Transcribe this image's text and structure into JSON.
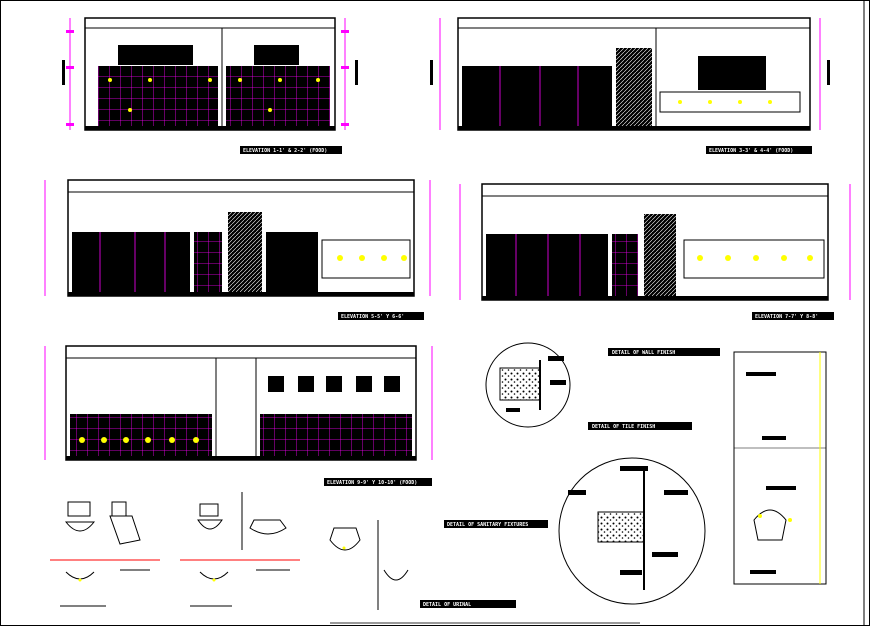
{
  "drawing": {
    "title_blocks": [
      {
        "id": "elev-1",
        "text": "ELEVATION 1-1' & 2-2' (FOOD)"
      },
      {
        "id": "elev-2",
        "text": "ELEVATION 3-3' & 4-4' (FOOD)"
      },
      {
        "id": "elev-3",
        "text": "ELEVATION 5-5' Y 6-6'"
      },
      {
        "id": "elev-4",
        "text": "ELEVATION 7-7' Y 8-8'"
      },
      {
        "id": "elev-5",
        "text": "ELEVATION 9-9' Y 10-10' (FOOD)"
      },
      {
        "id": "detail-wall",
        "text": "DETAIL OF WALL FINISH"
      },
      {
        "id": "detail-tile",
        "text": "DETAIL OF TILE FINISH"
      },
      {
        "id": "detail-fixtures",
        "text": "DETAIL OF SANITARY FIXTURES"
      },
      {
        "id": "detail-urinal",
        "text": "DETAIL OF URINAL"
      }
    ],
    "colors": {
      "background": "#ffffff",
      "linework": "#000000",
      "dimension": "#ff00ff",
      "fixture": "#ffff00",
      "annotation": "#ff0000"
    }
  }
}
